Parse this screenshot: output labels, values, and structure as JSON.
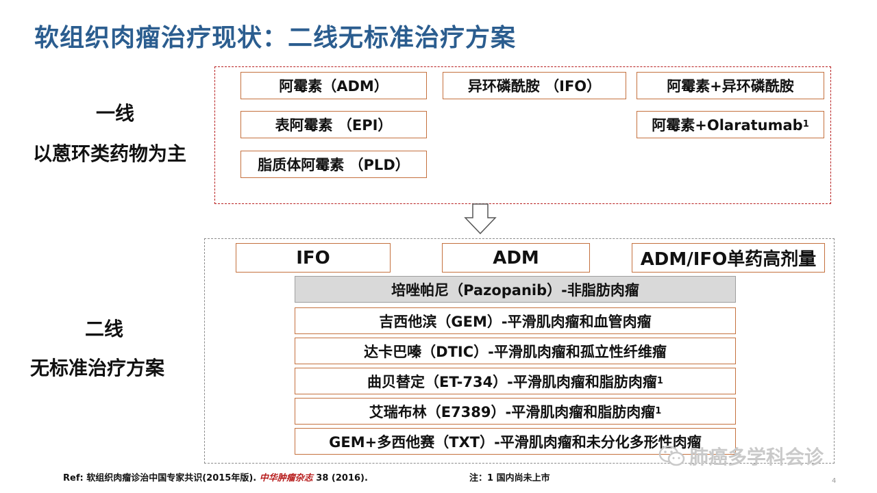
{
  "title": "软组织肉瘤治疗现状：二线无标准治疗方案",
  "first_line": {
    "label": "一线",
    "sub_label": "以蒽环类药物为主",
    "items": [
      "阿霉素（ADM）",
      "表阿霉素 （EPI）",
      "脂质体阿霉素 （PLD）",
      "异环磷酰胺 （IFO）",
      "阿霉素+异环磷酰胺",
      "阿霉素+Olaratumab"
    ],
    "superscript": "1"
  },
  "second_line": {
    "label": "二线",
    "sub_label": "无标准治疗方案",
    "top_items": [
      "IFO",
      "ADM",
      "ADM/IFO单药高剂量"
    ],
    "highlight": "培唑帕尼（Pazopanib）-非脂肪肉瘤",
    "items": [
      "吉西他滨（GEM）-平滑肌肉瘤和血管肉瘤",
      "达卡巴嗪（DTIC）-平滑肌肉瘤和孤立性纤维瘤",
      "曲贝替定（ET-734）-平滑肌肉瘤和脂肪肉瘤",
      "艾瑞布林（E7389）-平滑肌肉瘤和脂肪肉瘤",
      "GEM+多西他赛（TXT）-平滑肌肉瘤和未分化多形性肉瘤"
    ],
    "superscript": "1"
  },
  "footer": {
    "ref_prefix": "Ref: 软组织肉瘤诊治中国专家共识(2015年版). ",
    "ref_journal": "中华肿瘤杂志",
    "ref_suffix": " 38 (2016).",
    "note": "注：1 国内尚未上市",
    "watermark": "肺癌多学科会诊",
    "page_number": "4"
  },
  "colors": {
    "title": "#2b5d8f",
    "box_border": "#c4703d",
    "first_group_border": "#b71c1c",
    "second_group_border": "#8a8a8a",
    "highlight_fill": "#d9d9d9"
  },
  "icons": {
    "arrow": "down-arrow-icon",
    "watermark_logo": "wechat-icon"
  }
}
